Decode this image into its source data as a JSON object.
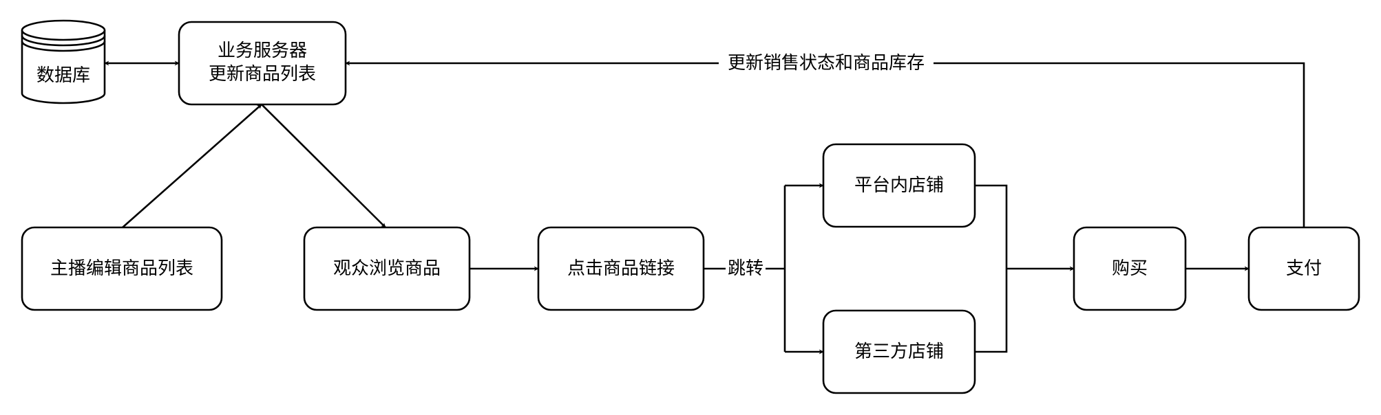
{
  "nodes": {
    "database": {
      "label": "数据库"
    },
    "server": {
      "line1": "业务服务器",
      "line2": "更新商品列表"
    },
    "anchor_edit": {
      "label": "主播编辑商品列表"
    },
    "viewer_browse": {
      "label": "观众浏览商品"
    },
    "click_link": {
      "label": "点击商品链接"
    },
    "platform_store": {
      "label": "平台内店铺"
    },
    "third_party_store": {
      "label": "第三方店铺"
    },
    "purchase": {
      "label": "购买"
    },
    "pay": {
      "label": "支付"
    }
  },
  "edges": {
    "jump_label": "跳转",
    "update_label": "更新销售状态和商品库存"
  },
  "colors": {
    "stroke": "#000000",
    "fill": "#ffffff",
    "text": "#000000"
  }
}
